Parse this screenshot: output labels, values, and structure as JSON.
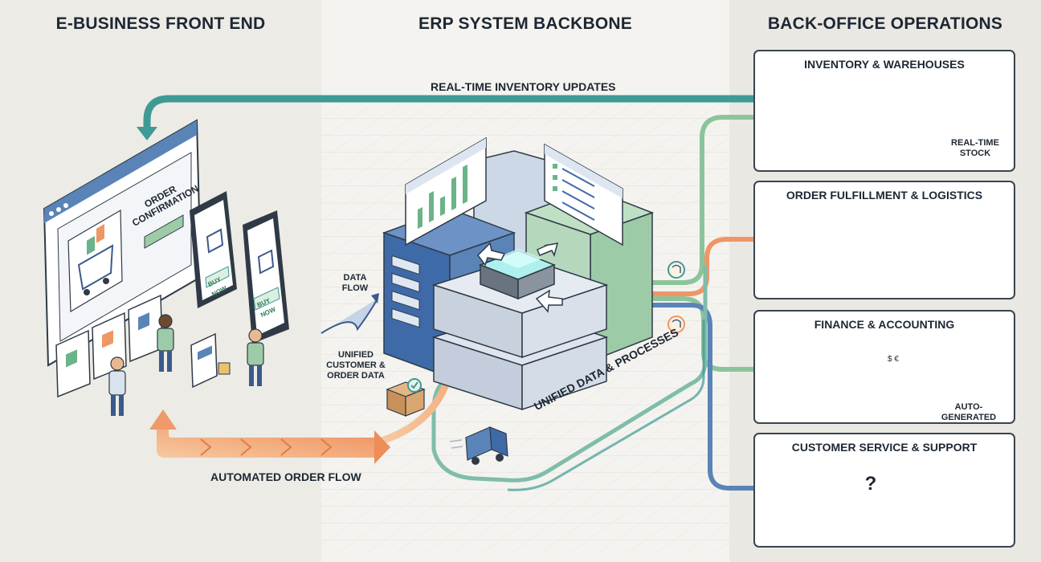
{
  "columns": {
    "left": "E-BUSINESS FRONT END",
    "middle": "ERP SYSTEM BACKBONE",
    "right": "BACK-OFFICE OPERATIONS"
  },
  "flows": {
    "top": "REAL-TIME INVENTORY UPDATES",
    "bottom": "AUTOMATED ORDER FLOW",
    "unified": "UNIFIED DATA & PROCESSES",
    "data_flow": "DATA FLOW",
    "unified_customer": "UNIFIED CUSTOMER & ORDER DATA"
  },
  "frontend": {
    "order_confirmation": "ORDER CONFIRMATION",
    "buy_now": "BUY NOW"
  },
  "panels": {
    "inventory": {
      "title": "INVENTORY & WAREHOUSES",
      "caption": "REAL-TIME STOCK"
    },
    "fulfillment": {
      "title": "ORDER FULFILLMENT & LOGISTICS"
    },
    "finance": {
      "title": "FINANCE & ACCOUNTING",
      "caption": "AUTO-GENERATED",
      "calc_symbols": "$ €"
    },
    "support": {
      "title": "CUSTOMER SERVICE & SUPPORT"
    }
  },
  "colors": {
    "teal": "#3f9a94",
    "green": "#8cc49a",
    "orange": "#ee9666",
    "blue": "#5a84b8",
    "navy": "#3b5a8c"
  }
}
